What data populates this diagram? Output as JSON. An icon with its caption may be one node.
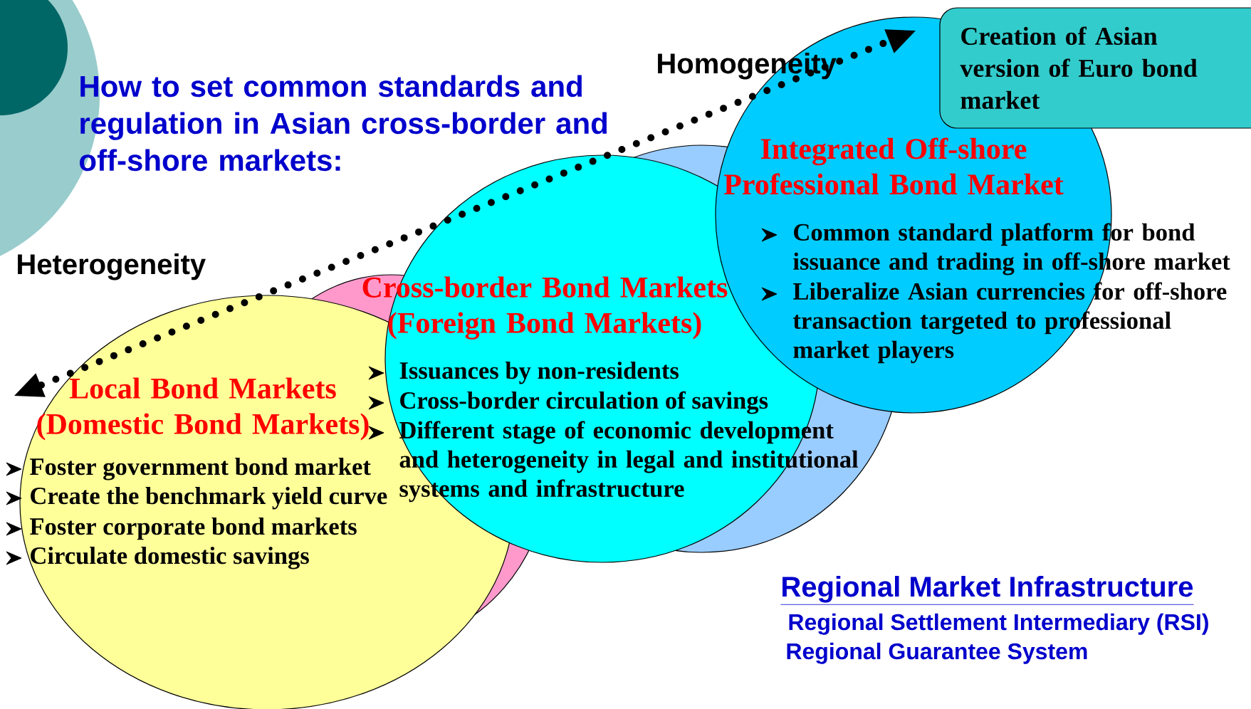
{
  "diagram": {
    "title": "How to set common standards and regulation in Asian cross-border and off-shore markets:",
    "nodes": [
      {
        "text": [
          "Local Bond Markets (Domestic Bond Markets)",
          "Foster government bond market",
          "Create the benchmark yield curve",
          "Foster corporate bond markets",
          "Circulate domestic savings"
        ]
      },
      {
        "text": [
          "Cross-border Bond Markets (Foreign Bond Markets)",
          "Issuances by non-residents",
          "Cross-border circulation of savings",
          "Different stage of economic development and heterogeneity in legal and institutional systems and infrastructure"
        ]
      },
      {
        "text": [
          "Integrated Off-shore Professional Bond Market",
          "Common standard platform for bond issuance and trading in off-shore market",
          "Liberalize Asian currencies for off-shore transaction targeted to professional market players"
        ]
      },
      {
        "text": [
          "Creation of Asian version of Euro bond market"
        ]
      }
    ],
    "labels": [
      "Heterogeneity",
      "Homogeneity",
      "Regional Market Infrastructure",
      "Regional Settlement Intermediary (RSI)",
      "Regional Guarantee System"
    ]
  }
}
